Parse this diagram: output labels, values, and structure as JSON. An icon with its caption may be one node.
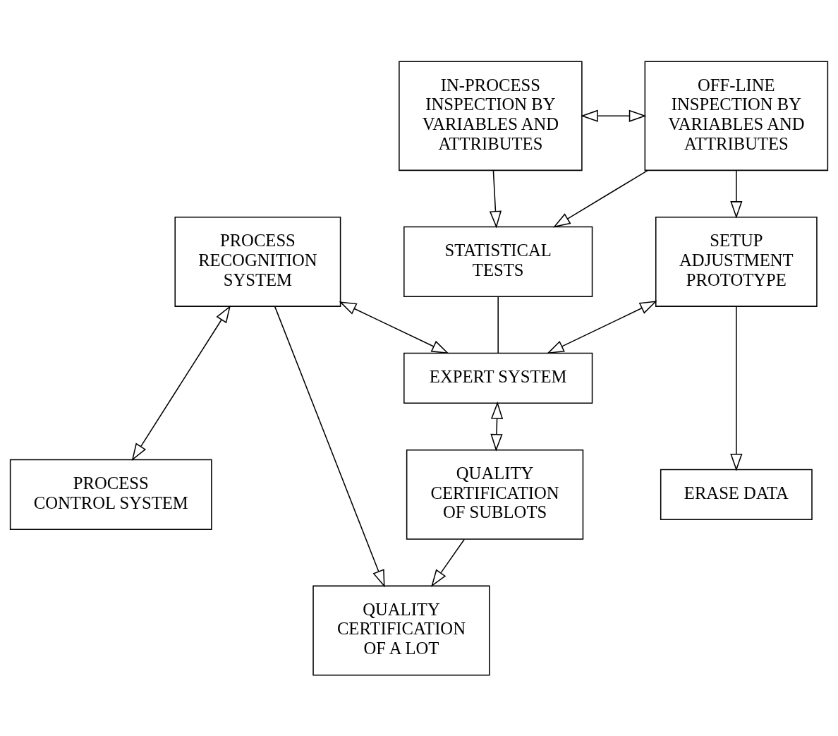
{
  "diagram": {
    "nodes": [
      {
        "text": [
          "IN-PROCESS INSPECTION BY VARIABLES AND ATTRIBUTES"
        ]
      },
      {
        "text": [
          "OFF-LINE INSPECTION BY VARIABLES AND ATTRIBUTES"
        ]
      },
      {
        "text": [
          "PROCESS RECOGNITION SYSTEM"
        ]
      },
      {
        "text": [
          "STATISTICAL TESTS"
        ]
      },
      {
        "text": [
          "EXPERT SYSTEM"
        ]
      },
      {
        "text": [
          "SETUP ADJUSTMENT PROTOTYPE"
        ]
      },
      {
        "text": [
          "PROCESS CONTROL SYSTEM"
        ]
      },
      {
        "text": [
          "QUALITY CERTIFICATION OF SUBLOTS"
        ]
      },
      {
        "text": [
          "ERASE DATA"
        ]
      },
      {
        "text": [
          "QUALITY CERTIFICATION OF A LOT"
        ]
      }
    ],
    "edges": [
      {
        "from": 0,
        "to": 1,
        "arrow": "both"
      },
      {
        "from": 0,
        "to": 3,
        "arrow": "to"
      },
      {
        "from": 1,
        "to": 3,
        "arrow": "to"
      },
      {
        "from": 1,
        "to": 5,
        "arrow": "to"
      },
      {
        "from": 2,
        "to": 4,
        "arrow": "both"
      },
      {
        "from": 3,
        "to": 4,
        "arrow": "none"
      },
      {
        "from": 4,
        "to": 5,
        "arrow": "both"
      },
      {
        "from": 2,
        "to": 6,
        "arrow": "both"
      },
      {
        "from": 4,
        "to": 7,
        "arrow": "both"
      },
      {
        "from": 5,
        "to": 8,
        "arrow": "to"
      },
      {
        "from": 7,
        "to": 9,
        "arrow": "to"
      },
      {
        "from": 2,
        "to": 9,
        "arrow": "to"
      }
    ]
  }
}
